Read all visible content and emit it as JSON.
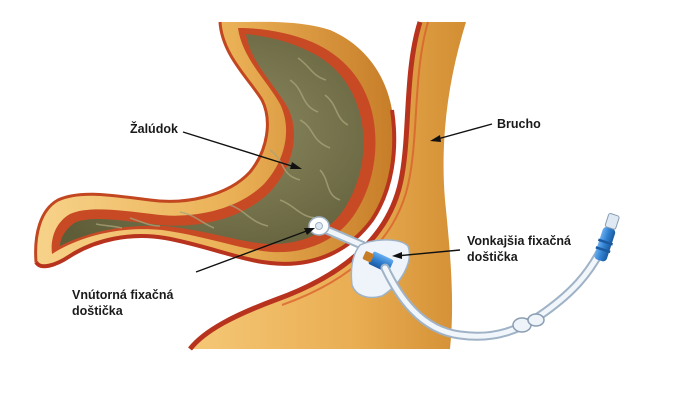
{
  "labels": {
    "stomach": "Žalúdok",
    "abdomen": "Brucho",
    "inner_plate": [
      "Vnútorná fixačná",
      "doštička"
    ],
    "outer_plate": [
      "Vonkajšia fixačná",
      "doštička"
    ]
  },
  "colors": {
    "tissue_light": "#f2c46a",
    "tissue_mid": "#e4a23c",
    "tissue_dark": "#b86a1c",
    "lining_red": "#b8331d",
    "stomach_interior": "#7c7a52",
    "tube_blue": "#2f7fd0",
    "tube_clear": "#dfe9f3"
  },
  "icons": {
    "stomach": "stomach-illustration",
    "abdominal-wall": "abdominal-wall-illustration",
    "tube": "gastrostomy-tube-illustration"
  }
}
